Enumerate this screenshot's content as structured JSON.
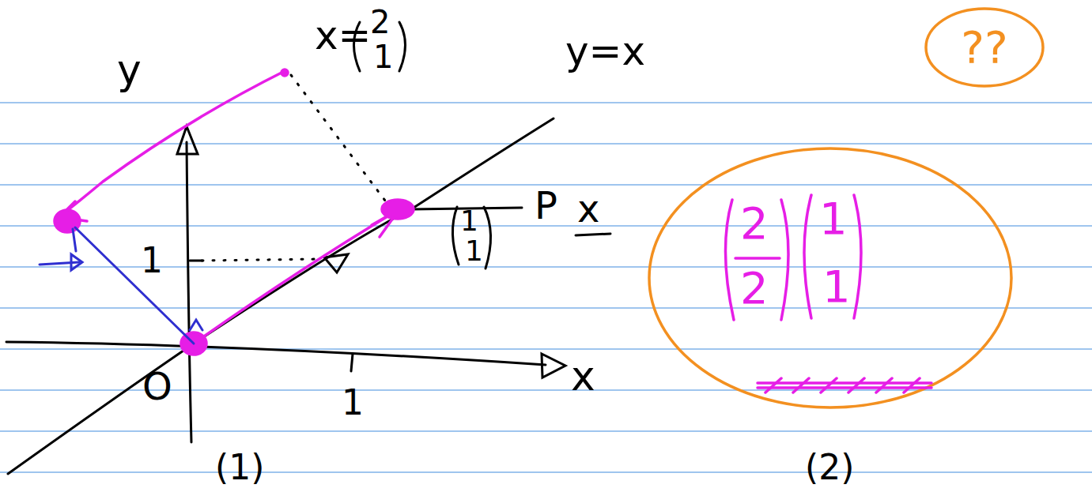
{
  "diagram": {
    "nodes": [
      {
        "text": [
          "??"
        ]
      },
      {
        "text": [
          "2",
          "2",
          "1",
          "1"
        ]
      }
    ],
    "labels": [
      "x=",
      "2",
      "1",
      "y",
      "y=x",
      "P",
      "x",
      "1",
      "1",
      "1",
      "O",
      "1",
      "x",
      "(1)",
      "(2)"
    ]
  }
}
